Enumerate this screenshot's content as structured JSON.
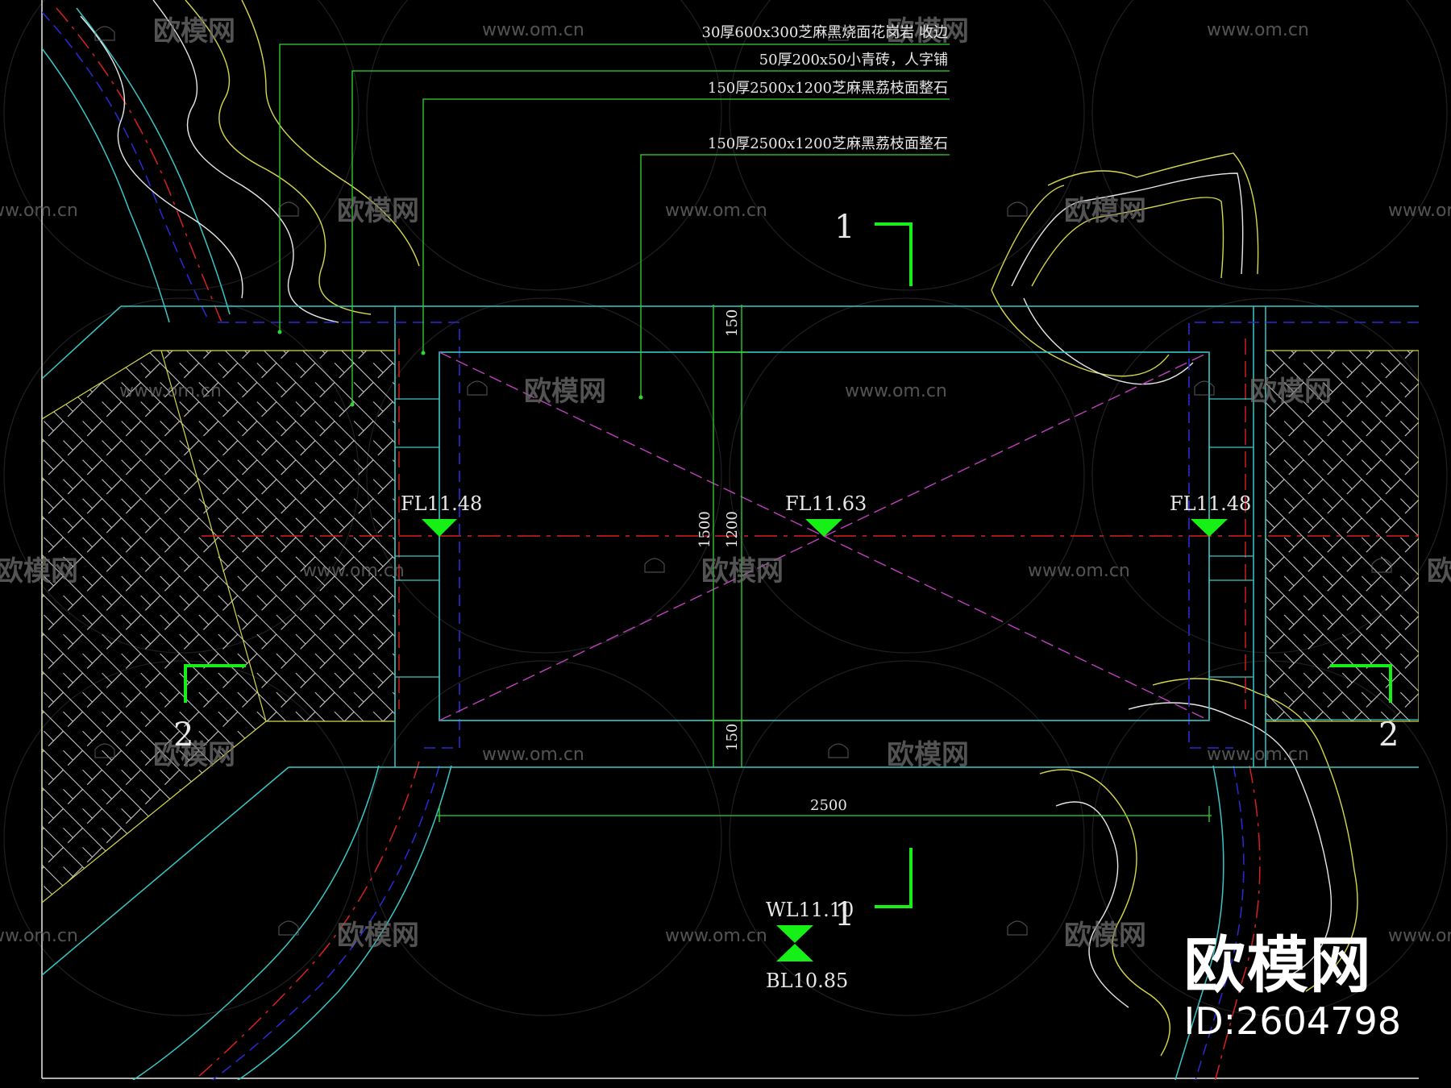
{
  "annotations": [
    "30厚600x300芝麻黑烧面花岗岩 收边",
    "50厚200x50小青砖，人字铺",
    "150厚2500x1200芝麻黑荔枝面整石",
    "150厚2500x1200芝麻黑荔枝面整石"
  ],
  "section_marks": {
    "one_top": "1",
    "one_bottom": "1",
    "two_left": "2",
    "two_right": "2"
  },
  "levels": {
    "fl_left": "FL11.48",
    "fl_center": "FL11.63",
    "fl_right": "FL11.48",
    "wl": "WL11.10",
    "bl": "BL10.85"
  },
  "dimensions": {
    "top_edge": "150",
    "bottom_edge": "150",
    "overall_height": "1500",
    "slab_height": "1200",
    "slab_width": "2500"
  },
  "watermark": {
    "url": "www.om.cn",
    "brand": "欧模网",
    "id_label": "ID:2604798"
  },
  "colors": {
    "background": "#000000",
    "cyan": "#39c7c7",
    "green": "#2fd82f",
    "bright_green": "#16f016",
    "yellow": "#d8d84a",
    "red": "#d82020",
    "blue": "#2a2ad8",
    "magenta": "#c040c0",
    "white": "#e8e8e8"
  }
}
